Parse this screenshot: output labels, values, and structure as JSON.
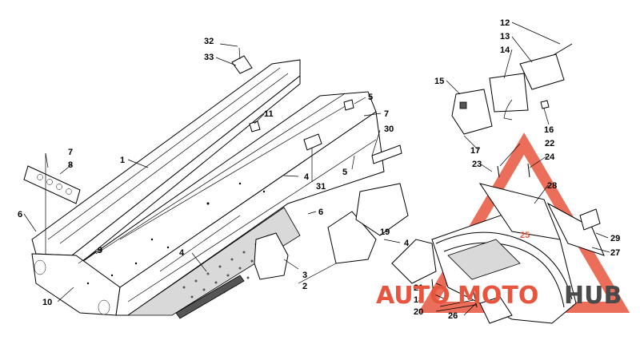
{
  "diagram": {
    "callouts": {
      "c1": "1",
      "c2": "2",
      "c3": "3",
      "c4a": "4",
      "c4b": "4",
      "c4c": "4",
      "c5a": "5",
      "c5b": "5",
      "c6a": "6",
      "c6b": "6",
      "c7a": "7",
      "c7b": "7",
      "c8": "8",
      "c9": "9",
      "c10": "10",
      "c11": "11",
      "c12": "12",
      "c13": "13",
      "c14": "14",
      "c15": "15",
      "c16": "16",
      "c17": "17",
      "c18": "18",
      "c19": "19",
      "c20": "20",
      "c21": "21",
      "c22": "22",
      "c23": "23",
      "c24": "24",
      "c25": "25",
      "c26": "26",
      "c27": "27",
      "c28": "28",
      "c29": "29",
      "c30": "30",
      "c31": "31",
      "c32": "32",
      "c33": "33"
    }
  },
  "watermark": {
    "auto": "AUTO",
    "moto": "MOTO",
    "hub": "HUB",
    "colors": {
      "red": "#e8553e",
      "gray": "#4a4a4a"
    }
  }
}
